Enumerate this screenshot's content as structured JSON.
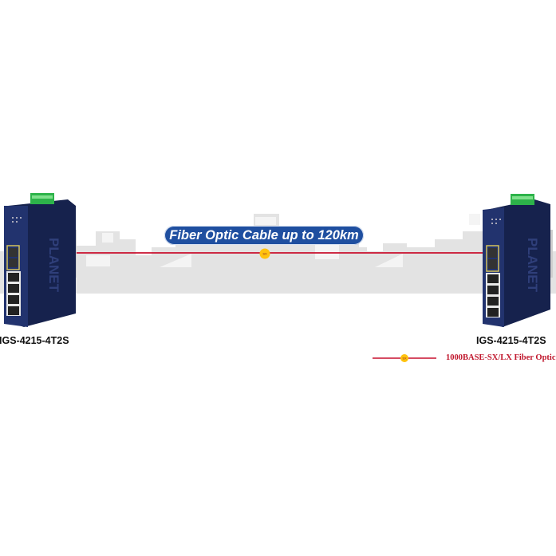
{
  "diagram": {
    "banner": "Fiber Optic Cable up to 120km",
    "link_marker_text": "SX",
    "devices": [
      {
        "model": "IGS-4215-4T2S",
        "brand": "PLANET",
        "side": "left"
      },
      {
        "model": "IGS-4215-4T2S",
        "brand": "PLANET",
        "side": "right"
      }
    ],
    "legend": {
      "text": "1000BASE-SX/LX Fiber Optic",
      "marker_text": "SX"
    },
    "colors": {
      "banner_bg": "#1f4fa0",
      "fiber_line": "#c8102e",
      "marker": "#ffc20e",
      "device_body": "#1c2a5c",
      "terminal_block": "#2db34a",
      "skyline": "#e3e3e3"
    }
  }
}
